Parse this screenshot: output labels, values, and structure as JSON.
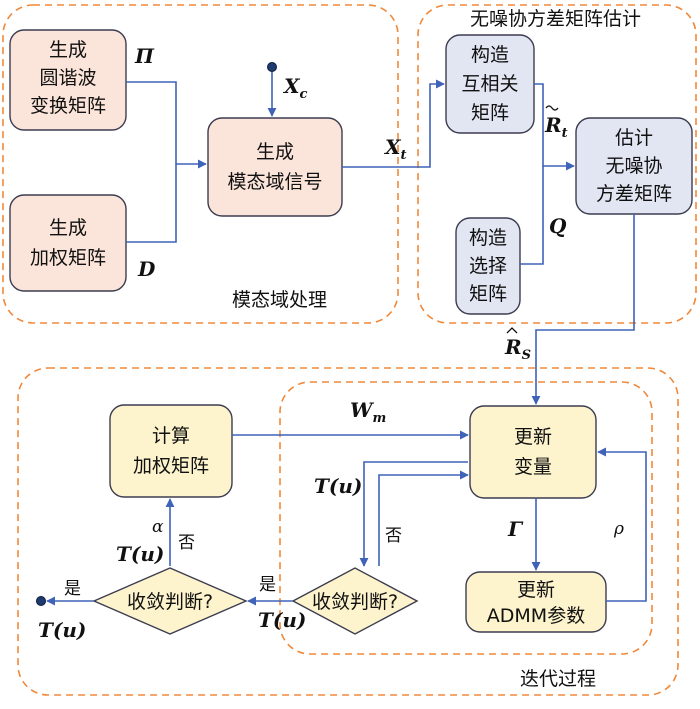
{
  "regions": {
    "modal_domain": "模态域处理",
    "noise_free": "无噪协方差矩阵估计",
    "iteration": "迭代过程"
  },
  "boxes": {
    "harmonic": [
      "生成",
      "圆谐波",
      "变换矩阵"
    ],
    "weight_gen": [
      "生成",
      "加权矩阵"
    ],
    "modal_signal": [
      "生成",
      "模态域信号"
    ],
    "cross_corr": [
      "构造",
      "互相关",
      "矩阵"
    ],
    "selection": [
      "构造",
      "选择",
      "矩阵"
    ],
    "estimate": [
      "估计",
      "无噪协",
      "方差矩阵"
    ],
    "calc_weight": [
      "计算",
      "加权矩阵"
    ],
    "update_var": [
      "更新",
      "变量"
    ],
    "update_admm": [
      "更新",
      "ADMM参数"
    ]
  },
  "decisions": {
    "inner": "收敛判断?",
    "outer": "收敛判断?"
  },
  "symbols": {
    "pi": "Π",
    "d": "D",
    "xc": "X",
    "xc_sub": "c",
    "xt": "X",
    "xt_sub": "t",
    "rt": "R",
    "rt_sub": "t",
    "q": "Q",
    "rs": "R",
    "rs_sub": "S",
    "wm": "W",
    "wm_sub": "m",
    "tu": "T(u)",
    "gamma": "Γ",
    "rho": "ρ",
    "alpha": "α",
    "yes": "是",
    "no": "否"
  },
  "colors": {
    "region_border": "#F0883A",
    "arrow": "#3F63B8",
    "box_pink_fill": "#FBE5DA",
    "box_blue_fill": "#E2E6F3",
    "box_yellow_fill": "#FDF3CC",
    "box_border": "#3C3C50"
  }
}
